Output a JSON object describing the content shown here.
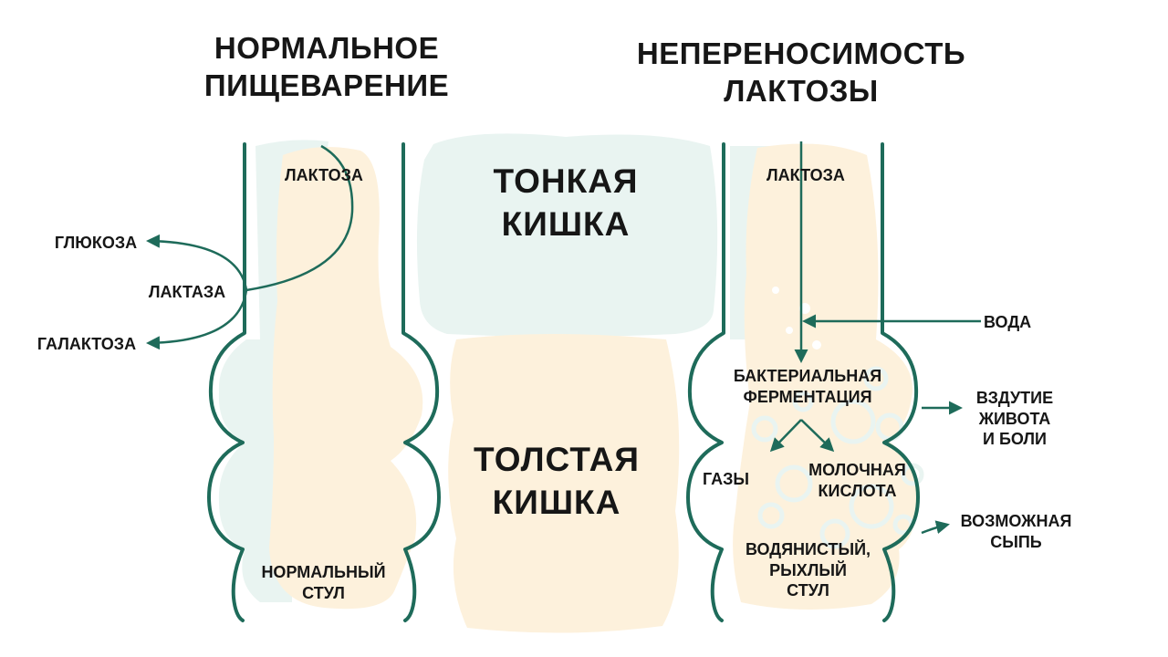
{
  "titles": {
    "normal": "НОРМАЛЬНОЕ\nПИЩЕВАРЕНИЕ",
    "intolerance": "НЕПЕРЕНОСИМОСТЬ\nЛАКТОЗЫ"
  },
  "sections": {
    "small_intestine": "ТОНКАЯ\nКИШКА",
    "large_intestine": "ТОЛСТАЯ\nКИШКА"
  },
  "normal_side": {
    "lactose": "ЛАКТОЗА",
    "glucose": "ГЛЮКОЗА",
    "lactase": "ЛАКТАЗА",
    "galactose": "ГАЛАКТОЗА",
    "stool": "НОРМАЛЬНЫЙ\nСТУЛ"
  },
  "intolerance_side": {
    "lactose": "ЛАКТОЗА",
    "water": "ВОДА",
    "fermentation": "БАКТЕРИАЛЬНАЯ\nФЕРМЕНТАЦИЯ",
    "gases": "ГАЗЫ",
    "lactic_acid": "МОЛОЧНАЯ\nКИСЛОТА",
    "bloating": "ВЗДУТИЕ\nЖИВОТА\nИ БОЛИ",
    "rash": "ВОЗМОЖНАЯ\nСЫПЬ",
    "stool": "ВОДЯНИСТЫЙ,\nРЫХЛЫЙ\nСТУЛ"
  },
  "colors": {
    "outline": "#1e6b5a",
    "small_intestine_fill": "#e9f4f1",
    "large_intestine_fill": "#fdf1dc",
    "text": "#161616"
  }
}
